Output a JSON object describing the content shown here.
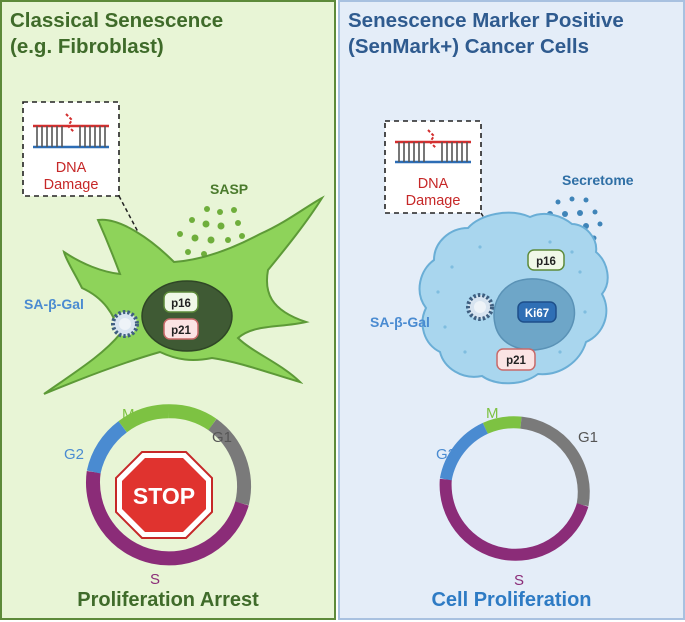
{
  "left": {
    "title_line1": "Classical Senescence",
    "title_line2": "(e.g. Fibroblast)",
    "dna_label_1": "DNA",
    "dna_label_2": "Damage",
    "sasp_label": "SASP",
    "sa_beta_gal_label": "SA-β-Gal",
    "p16_label": "p16",
    "p21_label": "p21",
    "cycle_m": "M",
    "cycle_g1": "G1",
    "cycle_g2": "G2",
    "cycle_s": "S",
    "stop_label": "STOP",
    "footer": "Proliferation Arrest"
  },
  "right": {
    "title_line1": "Senescence Marker Positive",
    "title_line2": "(SenMark+) Cancer Cells",
    "dna_label_1": "DNA",
    "dna_label_2": "Damage",
    "secretome_label": "Secretome",
    "sa_beta_gal_label": "SA-β-Gal",
    "p16_label": "p16",
    "ki67_label": "Ki67",
    "p21_label": "p21",
    "cycle_m": "M",
    "cycle_g1": "G1",
    "cycle_g2": "G2",
    "cycle_s": "S",
    "footer": "Cell Proliferation"
  },
  "colors": {
    "left_bg": "#e8f5d6",
    "right_bg": "#e4edf8",
    "cell_green": "#8ed35a",
    "nucleus_dark": "#3f5a34",
    "cancer_cell": "#a9d6ee",
    "cancer_nucleus": "#6ea6c8",
    "phase_m": "#7dc242",
    "phase_g1": "#7a7a7a",
    "phase_g2": "#4a8bd1",
    "phase_s": "#8b2c78",
    "stop_red": "#e0332f",
    "dna_red": "#d32f2f"
  }
}
